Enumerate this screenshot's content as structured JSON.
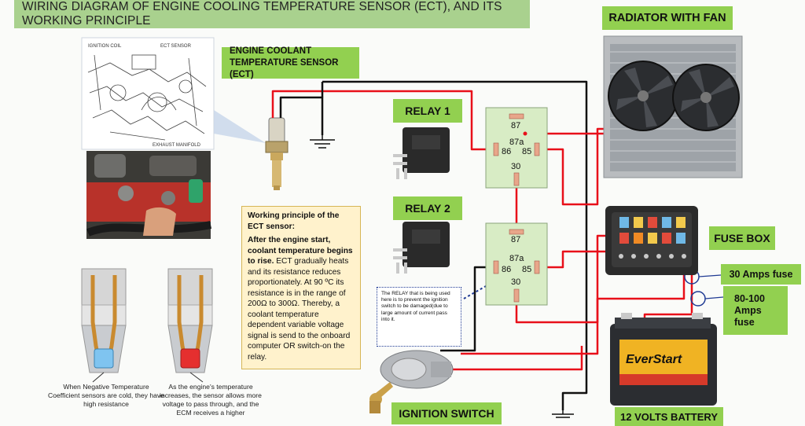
{
  "title": "WIRING DIAGRAM OF ENGINE COOLING TEMPERATURE SENSOR (ECT), AND ITS WORKING PRINCIPLE",
  "labels": {
    "ect_line1": "ENGINE COOLANT",
    "ect_line2": "TEMPERATURE SENSOR (ECT)",
    "radiator": "RADIATOR WITH FAN",
    "relay1": "RELAY 1",
    "relay2": "RELAY 2",
    "fuse_box": "FUSE BOX",
    "fuse30": "30 Amps fuse",
    "fuse80_line1": "80-100",
    "fuse80_line2": "Amps",
    "fuse80_line3": "fuse",
    "ignition": "IGNITION SWITCH",
    "battery": "12 VOLTS BATTERY"
  },
  "engine_photo": {
    "ignition_coil": "IGNITION COIL",
    "ect_sensor": "ECT SENSOR",
    "exhaust_manifold": "EXHAUST MANIFOLD"
  },
  "relay_pins": {
    "p87": "87",
    "p87a": "87a",
    "p86": "86",
    "p85": "85",
    "p30": "30"
  },
  "working_principle": {
    "heading": "Working principle of the ECT sensor:",
    "bold_text": "After the engine start, coolant temperature begins to rise.",
    "body_text": " ECT gradually heats and its resistance reduces proportionately. At 90 ºC its resistance is in the range of 200Ω to 300Ω. Thereby, a coolant temperature dependent variable voltage signal is send to the onboard computer OR switch-on the relay."
  },
  "relay_note": "The RELAY that is being used here is to prevent the ignition switch to be damaged(due to large amount of current pass into it.",
  "captions": {
    "left": "When Negative Temperature Coefficient sensors are cold, they have high resistance",
    "right": "As the engine's temperature increases, the sensor allows more voltage to pass through, and the ECM receives a higher"
  },
  "battery_brand": "EverStart",
  "colors": {
    "title_bg": "#a9d18e",
    "label_bg": "#92d050",
    "wire_red": "#e8101a",
    "wire_black": "#111111",
    "relay_bg": "#d8ecc5",
    "note_bg": "#fff2cc"
  }
}
